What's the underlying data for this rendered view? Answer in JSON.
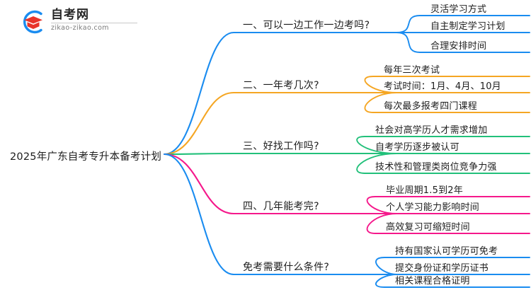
{
  "logo": {
    "mark_name": "zikao-graduation-cap-logo",
    "title": "自考网",
    "subtitle": "zikao-zikao.com",
    "arc_color": "#1a8cf0",
    "cap_color": "#e8342a"
  },
  "mindmap": {
    "root": {
      "label": "2025年广东自考专升本备考计划"
    },
    "branches": [
      {
        "label": "一、可以一边工作一边考吗?",
        "color": "#1a8cf0",
        "children": [
          {
            "label": "灵活学习方式"
          },
          {
            "label": "自主制定学习计划"
          },
          {
            "label": "合理安排时间"
          }
        ]
      },
      {
        "label": "二、一年考几次?",
        "color": "#f5a623",
        "children": [
          {
            "label": "每年三次考试"
          },
          {
            "label": "考试时间：1月、4月、10月"
          },
          {
            "label": "每次最多报考四门课程"
          }
        ]
      },
      {
        "label": "三、好找工作吗?",
        "color": "#22c07a",
        "children": [
          {
            "label": "社会对高学历人才需求增加"
          },
          {
            "label": "自考学历逐步被认可"
          },
          {
            "label": "技术性和管理类岗位竞争力强"
          }
        ]
      },
      {
        "label": "四、几年能考完?",
        "color": "#f5188b",
        "children": [
          {
            "label": "毕业周期1.5到2年"
          },
          {
            "label": "个人学习能力影响时间"
          },
          {
            "label": "高效复习可缩短时间"
          }
        ]
      },
      {
        "label": "免考需要什么条件?",
        "color": "#1a8cf0",
        "children": [
          {
            "label": "持有国家认可学历可免考"
          },
          {
            "label": "提交身份证和学历证书"
          },
          {
            "label": "相关课程合格证明"
          }
        ]
      }
    ]
  }
}
